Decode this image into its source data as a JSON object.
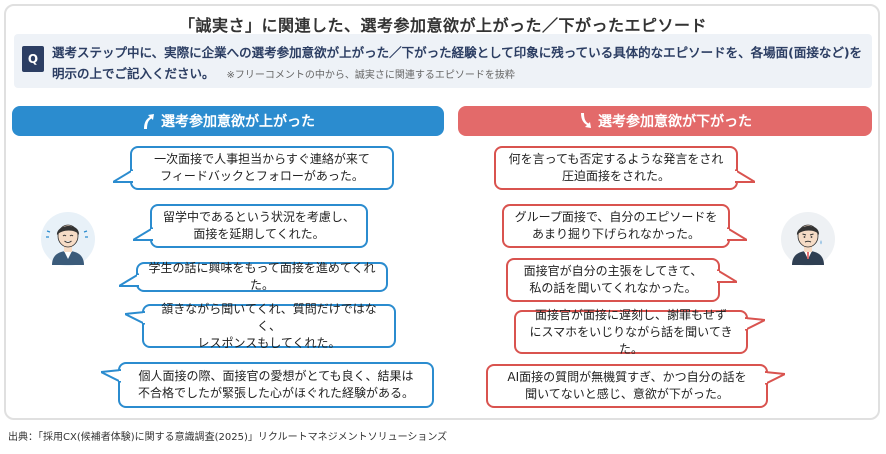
{
  "title": "「誠実さ」に関連した、選考参加意欲が上がった／下がったエピソード",
  "question": {
    "badge": "Q",
    "text": "選考ステップ中に、実際に企業への選考参加意欲が上がった／下がった経験として印象に残っている具体的なエピソードを、各場面(面接など)を明示の上でご記入ください。",
    "note": "※フリーコメントの中から、誠実さに関連するエピソードを抜粋"
  },
  "up": {
    "label": "選考参加意欲が上がった",
    "color": "#2b8ccf",
    "episodes": [
      "一次面接で人事担当からすぐ連絡が来て\nフィードバックとフォローがあった。",
      "留学中であるという状況を考慮し、\n面接を延期してくれた。",
      "学生の話に興味をもって面接を進めてくれた。",
      "頷きながら聞いてくれ、質問だけではなく、\nレスポンスもしてくれた。",
      "個人面接の際、面接官の愛想がとても良く、結果は\n不合格でしたが緊張した心がほぐれた経験がある。"
    ]
  },
  "down": {
    "label": "選考参加意欲が下がった",
    "color": "#e36a6a",
    "episodes": [
      "何を言っても否定するような発言をされ\n圧迫面接をされた。",
      "グループ面接で、自分のエピソードを\nあまり掘り下げられなかった。",
      "面接官が自分の主張をしてきて、\n私の話を聞いてくれなかった。",
      "面接官が面接に遅刻し、謝罪もせず\nにスマホをいじりながら話を聞いてきた。",
      "AI面接の質問が無機質すぎ、かつ自分の話を\n聞いてないと感じ、意欲が下がった。"
    ]
  },
  "source": "出典：「採用CX(候補者体験)に関する意識調査(2025)」リクルートマネジメントソリューションズ"
}
